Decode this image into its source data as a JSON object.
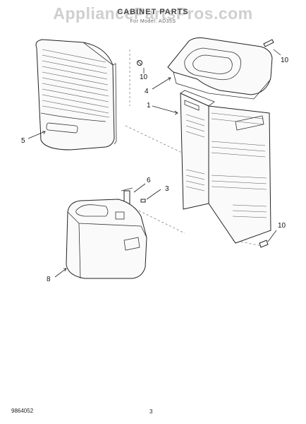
{
  "watermark": "AppliancePartsPros.com",
  "title": "CABINET PARTS",
  "subtitle": "For Model: AD35S",
  "footer": {
    "code": "9864052",
    "page": "3"
  },
  "callouts": {
    "c1": "1",
    "c3": "3",
    "c4": "4",
    "c5": "5",
    "c6": "6",
    "c8": "8",
    "c10a": "10",
    "c10b": "10",
    "c10c": "10"
  }
}
